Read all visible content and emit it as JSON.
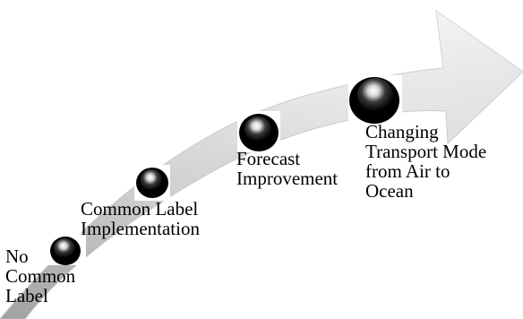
{
  "steps": [
    {
      "label": "No\nCommon\nLabel"
    },
    {
      "label": "Common Label\nImplementation"
    },
    {
      "label": "Forecast\nImprovement"
    },
    {
      "label": "Changing\nTransport Mode\nfrom Air to\nOcean"
    }
  ],
  "colors": {
    "arrow_light": "#f2f2f2",
    "arrow_mid": "#d4d4d4",
    "arrow_dark": "#9a9a9a",
    "orb_dark": "#0a0a0a",
    "orb_highlight": "#ffffff",
    "text": "#000000"
  }
}
